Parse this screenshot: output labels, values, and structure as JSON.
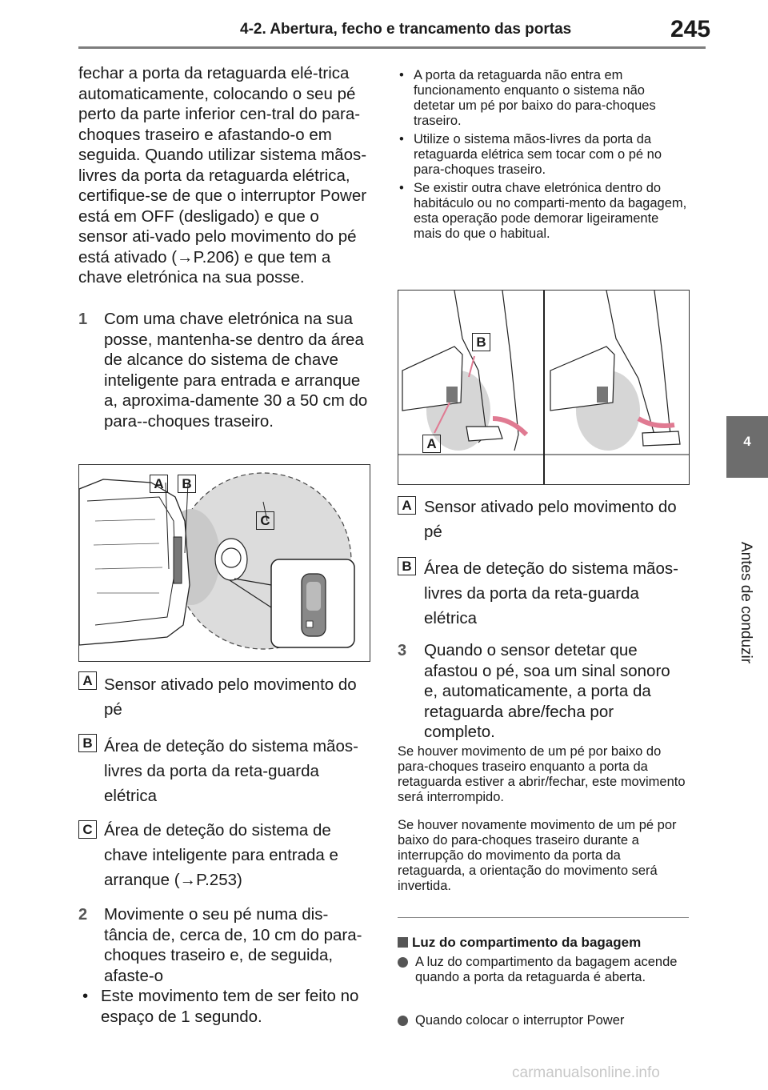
{
  "header": {
    "title": "4-2. Abertura, fecho e trancamento das portas",
    "page_number": "245"
  },
  "side_tab": {
    "number": "4",
    "label": "Antes de conduzir"
  },
  "left": {
    "intro": "fechar a porta da retaguarda elé-trica automaticamente, colocando o seu pé perto da parte inferior cen-tral do para-choques traseiro e afastando-o em seguida. Quando utilizar sistema mãos-livres da porta da retaguarda elétrica, certifique-se de que o interruptor Power está em OFF (desligado) e que o sensor ati-vado pelo movimento do pé está ativado (→P.206) e que tem a chave eletrónica na sua posse.",
    "step1_num": "1",
    "step1": "Com uma chave eletrónica na sua posse, mantenha-se dentro da área de alcance do sistema de chave inteligente para entrada e arranque a, aproxima-damente 30 a 50 cm do para--choques traseiro.",
    "figure_labels": [
      "A",
      "B",
      "C"
    ],
    "captions": [
      {
        "label": "A",
        "text": "Sensor ativado pelo movimento do pé"
      },
      {
        "label": "B",
        "text": "Área de deteção do sistema mãos-livres da porta da reta-guarda elétrica"
      },
      {
        "label": "C",
        "text": "Área de deteção do sistema de chave inteligente para entrada e arranque (→P.253)"
      }
    ],
    "step2_num": "2",
    "step2": "Movimente o seu pé numa dis-tância de, cerca de, 10 cm do para-choques traseiro e, de seguida, afaste-o",
    "step2_bullet": "Este movimento tem de ser feito no espaço de 1 segundo.",
    "bullet_char": "•"
  },
  "right": {
    "notes": [
      "A porta da retaguarda não entra em funcionamento enquanto o sistema não detetar um pé por baixo do para-choques traseiro.",
      "Utilize o sistema mãos-livres da porta da retaguarda elétrica sem tocar com o pé no para-choques traseiro.",
      "Se existir outra chave eletrónica dentro do habitáculo ou no comparti-mento da bagagem, esta operação pode demorar ligeiramente mais do que o habitual."
    ],
    "figure_labels": [
      "B",
      "A"
    ],
    "captions": [
      {
        "label": "A",
        "text": "Sensor ativado pelo movimento do pé"
      },
      {
        "label": "B",
        "text": "Área de deteção do sistema mãos-livres da porta da reta-guarda elétrica"
      }
    ],
    "step3_num": "3",
    "step3": "Quando o sensor detetar que afastou o pé, soa um sinal sonoro e, automaticamente, a porta da retaguarda abre/fecha por completo.",
    "para1": "Se houver movimento de um pé por baixo do para-choques traseiro enquanto a porta da retaguarda estiver a abrir/fechar, este movimento será interrompido.",
    "para2": "Se houver novamente movimento de um pé por baixo do para-choques traseiro durante a interrupção do movimento da porta da retaguarda, a orientação do movimento será invertida.",
    "section_title": "Luz do compartimento da bagagem",
    "section_items": [
      "A luz do compartimento da bagagem acende quando a porta da retaguarda é aberta.",
      "Quando colocar o interruptor Power"
    ]
  },
  "watermark": "carmanualsonline.info"
}
